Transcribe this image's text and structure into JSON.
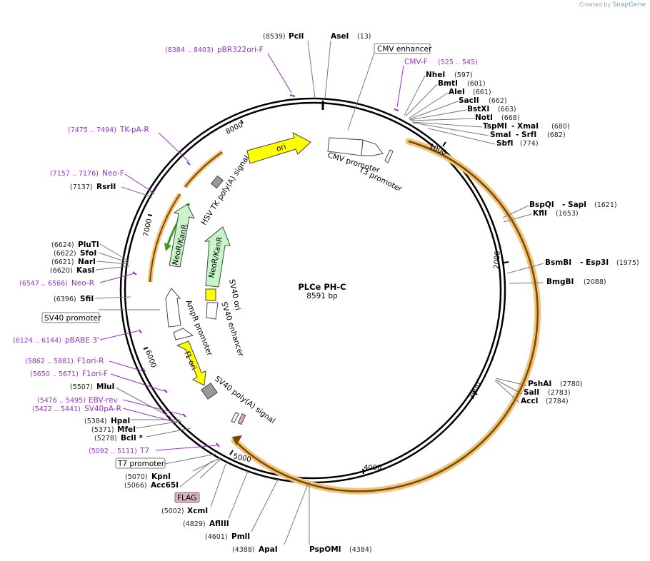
{
  "credit": {
    "prefix": "Created by",
    "brand": "SnapGene"
  },
  "plasmid": {
    "name": "PLCe PH-C",
    "length_label": "8591 bp",
    "length": 8591
  },
  "ticks": [
    "1000",
    "2000",
    "3000",
    "4000",
    "5000",
    "6000",
    "7000",
    "8000"
  ],
  "sites": [
    {
      "name": "PciI",
      "pos": "(8539)"
    },
    {
      "name": "AseI",
      "pos": "(13)"
    },
    {
      "name": "NheI",
      "pos": "(597)"
    },
    {
      "name": "BmtI",
      "pos": "(601)"
    },
    {
      "name": "AleI",
      "pos": "(661)"
    },
    {
      "name": "SacII",
      "pos": "(662)"
    },
    {
      "name": "BstXI",
      "pos": "(663)"
    },
    {
      "name": "NotI",
      "pos": "(668)"
    },
    {
      "name": "TspMI",
      "name2": "XmaI",
      "pos": "(680)"
    },
    {
      "name": "SmaI",
      "name2": "SrfI",
      "pos": "(682)"
    },
    {
      "name": "SbfI",
      "pos": "(774)"
    },
    {
      "name": "BspQI",
      "name2": "SapI",
      "pos": "(1621)"
    },
    {
      "name": "KflI",
      "pos": "(1653)"
    },
    {
      "name": "BsmBI",
      "name2": "Esp3I",
      "pos": "(1975)"
    },
    {
      "name": "BmgBI",
      "pos": "(2088)"
    },
    {
      "name": "PshAI",
      "pos": "(2780)"
    },
    {
      "name": "SalI",
      "pos": "(2783)"
    },
    {
      "name": "AccI",
      "pos": "(2784)"
    },
    {
      "name": "PspOMI",
      "pos": "(4384)"
    },
    {
      "name": "ApaI",
      "pos": "(4388)"
    },
    {
      "name": "PmlI",
      "pos": "(4601)"
    },
    {
      "name": "AflIII",
      "pos": "(4829)"
    },
    {
      "name": "XcmI",
      "pos": "(5002)"
    },
    {
      "name": "Acc65I",
      "pos": "(5066)"
    },
    {
      "name": "KpnI",
      "pos": "(5070)"
    },
    {
      "name": "BclI *",
      "pos": "(5278)"
    },
    {
      "name": "MfeI",
      "pos": "(5371)"
    },
    {
      "name": "HpaI",
      "pos": "(5384)"
    },
    {
      "name": "MluI",
      "pos": "(5507)"
    },
    {
      "name": "SfiI",
      "pos": "(6396)"
    },
    {
      "name": "KasI",
      "pos": "(6620)"
    },
    {
      "name": "NarI",
      "pos": "(6621)"
    },
    {
      "name": "SfoI",
      "pos": "(6622)"
    },
    {
      "name": "PluTI",
      "pos": "(6624)"
    },
    {
      "name": "RsrII",
      "pos": "(7137)"
    }
  ],
  "primers": [
    {
      "name": "pBR322ori-F",
      "range": "(8384 .. 8403)"
    },
    {
      "name": "CMV-F",
      "range": "(525 .. 545)"
    },
    {
      "name": "TK-pA-R",
      "range": "(7475 .. 7494)"
    },
    {
      "name": "Neo-F",
      "range": "(7157 .. 7176)"
    },
    {
      "name": "Neo-R",
      "range": "(6547 .. 6566)"
    },
    {
      "name": "pBABE 3'",
      "range": "(6124 .. 6144)"
    },
    {
      "name": "F1ori-R",
      "range": "(5862 .. 5881)"
    },
    {
      "name": "F1ori-F",
      "range": "(5650 .. 5671)"
    },
    {
      "name": "EBV-rev",
      "range": "(5476 .. 5495)"
    },
    {
      "name": "SV40pA-R",
      "range": "(5422 .. 5441)"
    },
    {
      "name": "T7",
      "range": "(5092 .. 5111)"
    }
  ],
  "boxed_features": [
    "CMV enhancer",
    "SV40 promoter",
    "T7 promoter",
    "FLAG"
  ],
  "features": [
    "ori",
    "CMV promoter",
    "T3 promoter",
    "HSV TK poly(A) signal",
    "NeoR/KanR",
    "NeoR/KanR",
    "SV40 ori",
    "SV40 enhancer",
    "AmpR promoter",
    "f1 ori",
    "SV40 poly(A) signal"
  ],
  "colors": {
    "primer": "#9b30c8",
    "orf_fill": "#f7c97b",
    "ori_fill": "#ffff00",
    "neo_fill": "#c8f5c8",
    "flag_fill": "#dbb0c4",
    "green_arrow": "#3a9a20"
  }
}
